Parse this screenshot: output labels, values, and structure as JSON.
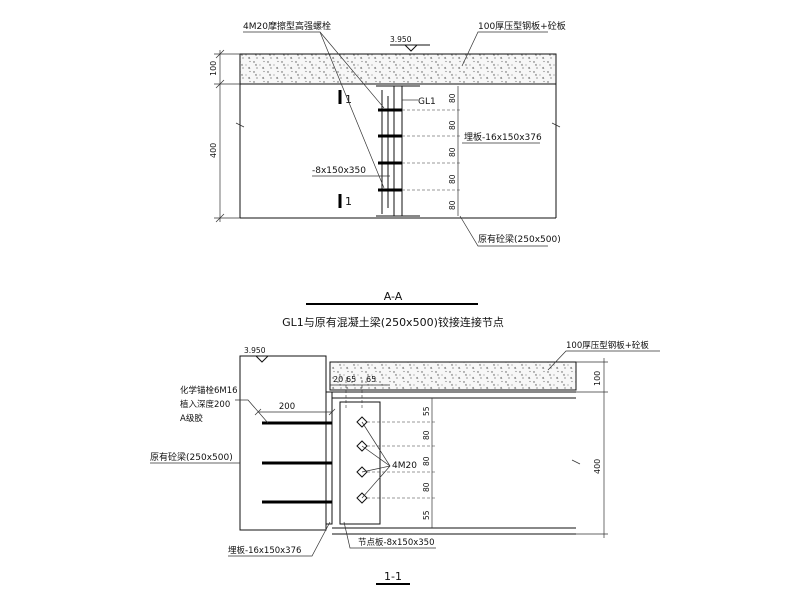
{
  "view_a": {
    "bolt_note": "4M20摩擦型高强螺栓",
    "slab_note": "100厚压型钢板+砼板",
    "elevation": "3.950",
    "dim_slab": "100",
    "dim_beam": "400",
    "section_mark": "1",
    "beam_tag": "GL1",
    "spacing": [
      "80",
      "80",
      "80",
      "80",
      "80"
    ],
    "plate_note": "埋板-16x150x376",
    "fin_note": "-8x150x350",
    "beam_note": "原有砼梁(250x500)",
    "title_1": "A-A",
    "title_2": "GL1与原有混凝土梁(250x500)铰接连接节点"
  },
  "view_b": {
    "elevation": "3.950",
    "slab_note": "100厚压型钢板+砼板",
    "anchor_note_1": "化学锚栓6M16",
    "anchor_note_2": "植入深度200",
    "anchor_note_3": "A级胶",
    "dim_200": "200",
    "beam_note": "原有砼梁(250x500)",
    "top_dims": [
      "20",
      "65",
      "65"
    ],
    "v_dims": [
      "55",
      "80",
      "80",
      "80",
      "55"
    ],
    "bolt_label": "4M20",
    "dim_slab": "100",
    "dim_beam": "400",
    "plate_note": "埋板-16x150x376",
    "fin_note": "节点板-8x150x350",
    "title": "1-1"
  }
}
